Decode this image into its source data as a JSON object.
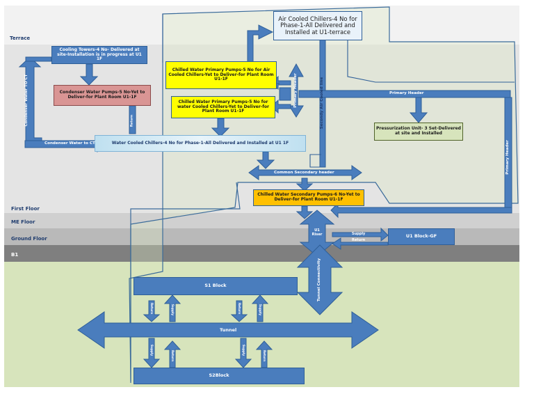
{
  "floors": {
    "terrace": "Terrace",
    "first_floor": "First Floor",
    "me_floor": "ME Floor",
    "ground_floor": "Ground Floor",
    "b1": "B1"
  },
  "boxes": {
    "air_cooled_chillers": "Air Cooled Chillers-4 No for Phase-1-All Delivered and Installed at U1-terrace",
    "cooling_towers": "Cooling Towers-4 No- Delivered at site-Installation is in progress at U1 1F",
    "condenser_pumps": "Condenser Water Pumps-5 No-Yet to Deliver-for Plant Room U1-1F",
    "chw_primary_air": "Chilled Water Primary Pumps-5 No for Air Cooled Chillers-Yet to Deliver-for Plant Room U1-1F",
    "chw_primary_water": "Chilled Water Primary Pumps-5 No for water Cooled Chillers-Yet to Deliver-for Plant Room U1-1F",
    "water_cooled_chillers": "Water Cooled Chillers-4 No for Phase-1-All Delivered and Installed at U1 1F",
    "pressurization": "Pressurization Unit- 3 Set-Delivered at site and Installed",
    "chw_secondary": "Chilled Water Secondary Pumps-6 No-Yet to Deliver-for Plant Room U1-1F",
    "u1_block_gf": "U1 Block-GF",
    "s1_block": "S1 Block",
    "s2_block": "S2Block"
  },
  "labels": {
    "condenser_water_to_ct_vertical": "Condenser Water TO CT",
    "condenser_water_to_ct": "Condenser Water to CT",
    "return_short": "Return",
    "primary_header_left": "Primary Header",
    "secondary_air_cooled": "Secondy Air Cooled line",
    "primary_header_top": "Primary Header",
    "primary_header_right": "Primary Header",
    "common_secondary_header": "Common Secondary header",
    "u1_riser": "U1 Riser",
    "supply": "Supply",
    "return": "Return",
    "tunnel_connectivity": "Tunnel Connectivity",
    "tunnel": "Tunnel",
    "s1_return_left": "Return",
    "s1_supply_left": "Supply",
    "s1_return_right": "Return",
    "s1_supply_right": "Supply",
    "s2_supply_left": "Supply",
    "s2_return_left": "Return",
    "s2_supply_right": "Supply",
    "s2_return_right": "Return"
  },
  "colors": {
    "pipe_blue": "#4a7dbd",
    "pipe_stroke": "#2f5f98",
    "box_blue": "#4a7dbd",
    "condenser_red": "#d99594",
    "yellow": "#ffff00",
    "orange": "#ffc000",
    "pressurization_green": "#d7e4bc",
    "chiller_light": "#bfe0f0"
  }
}
